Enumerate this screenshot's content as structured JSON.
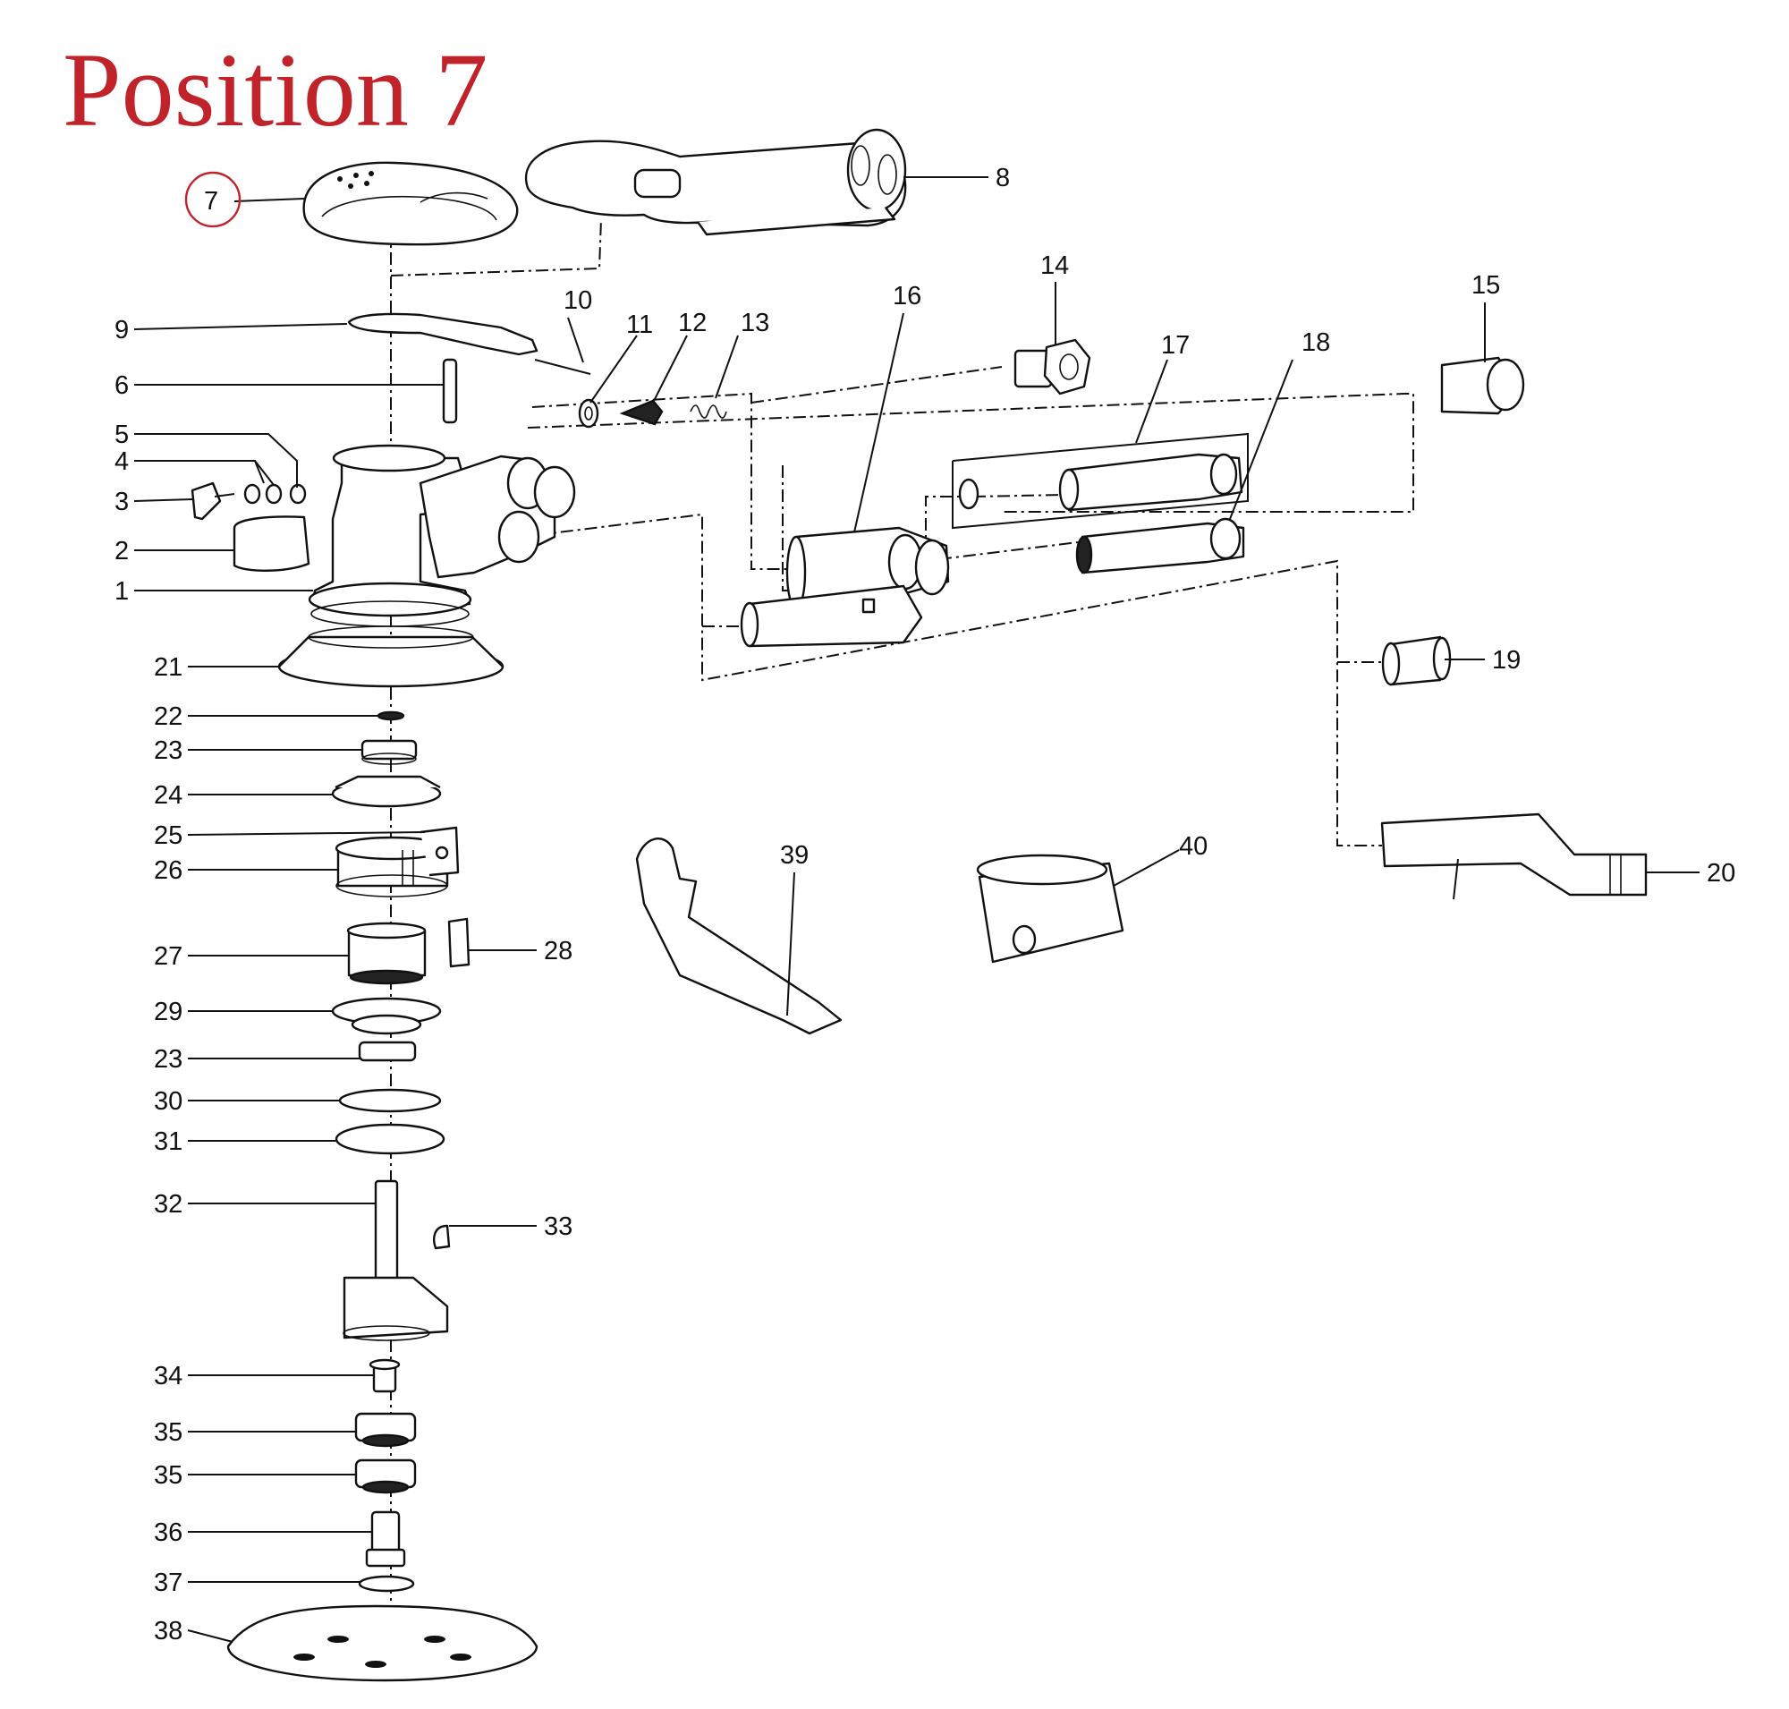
{
  "title": "Position 7",
  "colors": {
    "accent": "#C0232A",
    "ink": "#111111",
    "background": "#FFFFFF"
  },
  "highlighted_callout": "7",
  "callouts": {
    "p1": "1",
    "p2": "2",
    "p3": "3",
    "p4": "4",
    "p5": "5",
    "p6": "6",
    "p7": "7",
    "p8": "8",
    "p9": "9",
    "p10": "10",
    "p11": "11",
    "p12": "12",
    "p13": "13",
    "p14": "14",
    "p15": "15",
    "p16": "16",
    "p17": "17",
    "p18": "18",
    "p19": "19",
    "p20": "20",
    "p21": "21",
    "p22": "22",
    "p23a": "23",
    "p24": "24",
    "p25": "25",
    "p26": "26",
    "p27": "27",
    "p28": "28",
    "p29": "29",
    "p23b": "23",
    "p30": "30",
    "p31": "31",
    "p32": "32",
    "p33": "33",
    "p34": "34",
    "p35a": "35",
    "p35b": "35",
    "p36": "36",
    "p37": "37",
    "p38": "38",
    "p39": "39",
    "p40": "40"
  }
}
